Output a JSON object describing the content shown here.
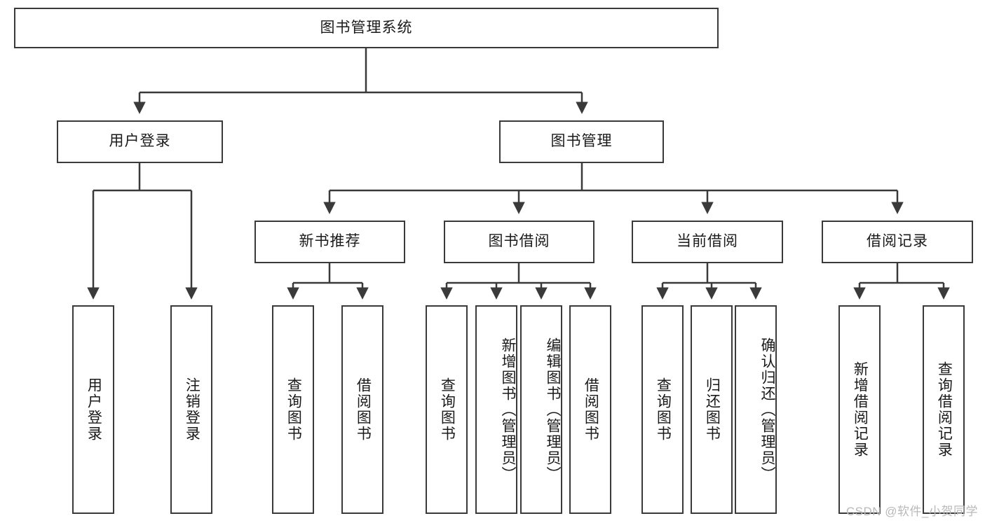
{
  "diagram": {
    "type": "tree-hierarchy",
    "title": "图书管理系统",
    "orientation": "top-down",
    "edge_style": "orthogonal-with-arrowheads",
    "colors": {
      "box_border": "#3a3a3a",
      "box_fill": "#ffffff",
      "edge": "#3a3a3a",
      "text": "#1a1a1a",
      "watermark": "#b9b9b9",
      "background": "#ffffff"
    },
    "root": {
      "id": "root",
      "label": "图书管理系统"
    },
    "level1": [
      {
        "id": "user-login",
        "label": "用户登录"
      },
      {
        "id": "book-manage",
        "label": "图书管理"
      }
    ],
    "level2": [
      {
        "id": "new-book-recommend",
        "label": "新书推荐",
        "parent": "book-manage"
      },
      {
        "id": "book-borrow",
        "label": "图书借阅",
        "parent": "book-manage"
      },
      {
        "id": "current-borrow",
        "label": "当前借阅",
        "parent": "book-manage"
      },
      {
        "id": "borrow-record",
        "label": "借阅记录",
        "parent": "book-manage"
      }
    ],
    "leaves": {
      "user-login": [
        {
          "id": "leaf-user-login",
          "label": "用户登录"
        },
        {
          "id": "leaf-logout-login",
          "label": "注销登录"
        }
      ],
      "new-book-recommend": [
        {
          "id": "leaf-query-book-1",
          "label": "查询图书"
        },
        {
          "id": "leaf-borrow-book-1",
          "label": "借阅图书"
        }
      ],
      "book-borrow": [
        {
          "id": "leaf-query-book-2",
          "label": "查询图书"
        },
        {
          "id": "leaf-add-book-admin",
          "label": "新增图书（管理员）"
        },
        {
          "id": "leaf-edit-book-admin",
          "label": "编辑图书（管理员）"
        },
        {
          "id": "leaf-borrow-book-2",
          "label": "借阅图书"
        }
      ],
      "current-borrow": [
        {
          "id": "leaf-query-book-3",
          "label": "查询图书"
        },
        {
          "id": "leaf-return-book",
          "label": "归还图书"
        },
        {
          "id": "leaf-confirm-return-admin",
          "label": "确认归还（管理员）"
        }
      ],
      "borrow-record": [
        {
          "id": "leaf-add-borrow-record",
          "label": "新增借阅记录"
        },
        {
          "id": "leaf-query-borrow-record",
          "label": "查询借阅记录"
        }
      ]
    }
  },
  "watermark": {
    "text": "CSDN @软件_小贺同学"
  }
}
